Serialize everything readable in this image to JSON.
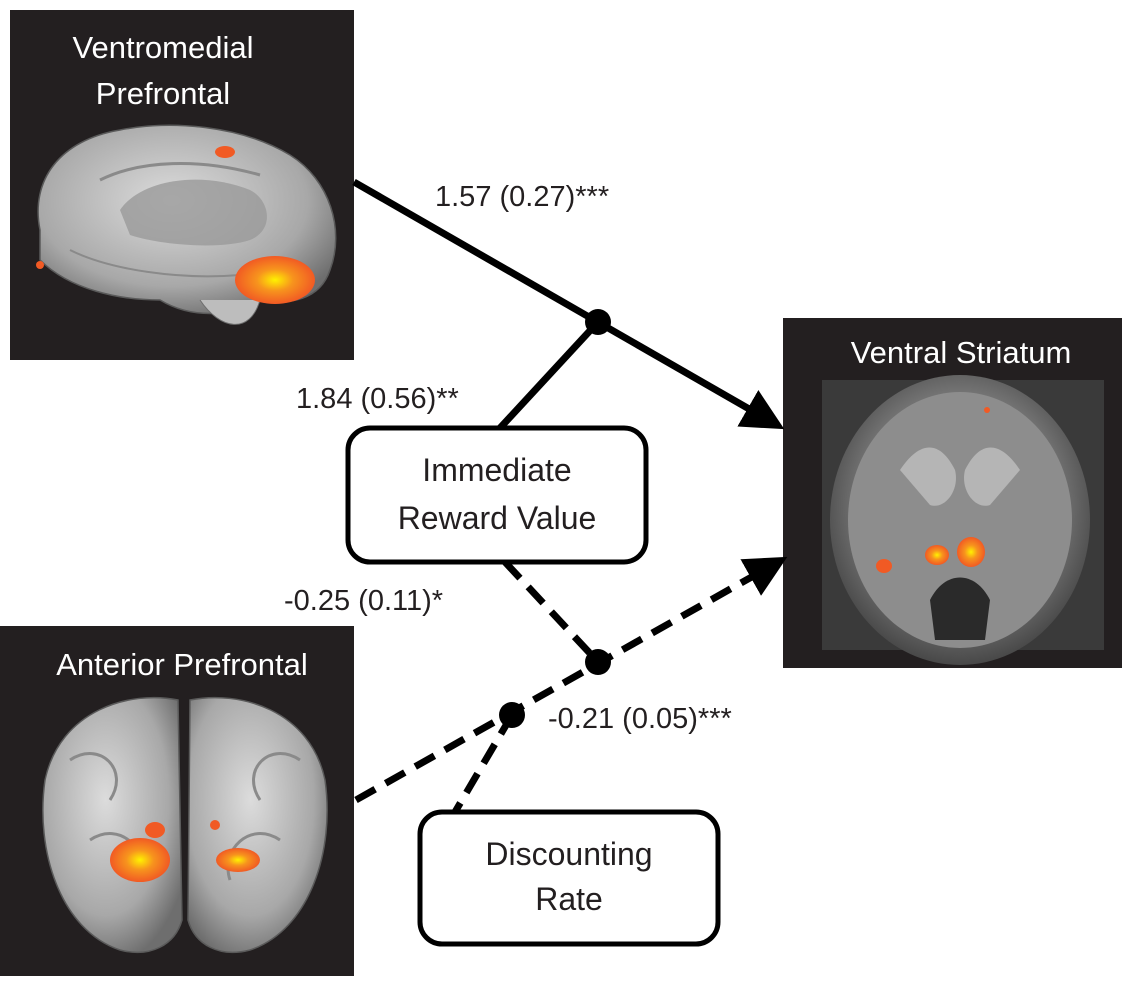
{
  "panels": {
    "vmpfc": [
      "Ventromedial",
      "Prefrontal"
    ],
    "vs": "Ventral Striatum",
    "apfc": "Anterior Prefrontal"
  },
  "moderators": {
    "immediate": [
      "Immediate",
      "Reward Value"
    ],
    "discounting": [
      "Discounting",
      "Rate"
    ]
  },
  "coefficients": {
    "vmpfc_vs": "1.57 (0.27)***",
    "irv_mod": "1.84 (0.56)**",
    "irv_apfc": "-0.25 (0.11)*",
    "dr_mod": "-0.21 (0.05)***"
  },
  "colors": {
    "panel_bg": "#231f20",
    "line": "#000000",
    "activation": "#f15a24",
    "activation_peak": "#fff200"
  }
}
